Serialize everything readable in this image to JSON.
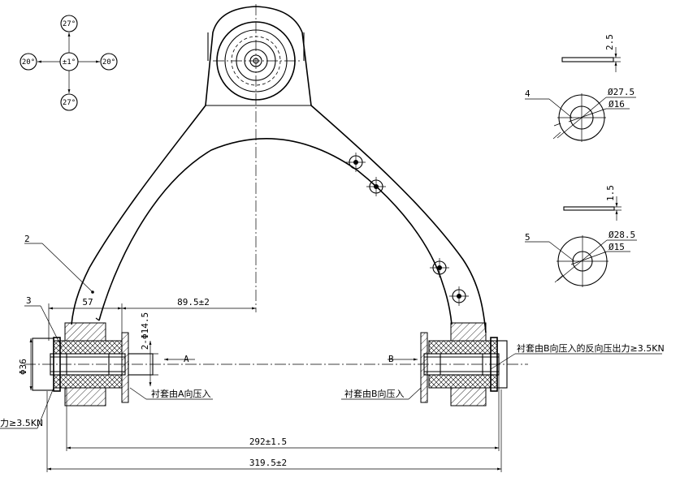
{
  "adjustment_diagram": {
    "center": "±1°",
    "top": "27°",
    "bottom": "27°",
    "left": "20°",
    "right": "20°"
  },
  "part_labels": {
    "arm": "2",
    "bushing": "3",
    "washer_thick": "4",
    "washer_thin": "5"
  },
  "washer_4": {
    "thickness": "2.5",
    "outer_diameter": "Ø27.5",
    "inner_diameter": "Ø16"
  },
  "washer_5": {
    "thickness": "1.5",
    "outer_diameter": "Ø28.5",
    "inner_diameter": "Ø15"
  },
  "dimensions": {
    "left_offset": "57",
    "center_offset": "89.5±2",
    "bolt_hole": "2-Φ14.5",
    "bushing_diameter": "Φ36",
    "inner_span": "292±1.5",
    "overall_span": "319.5±2"
  },
  "section_marks": {
    "a": "A",
    "b": "B"
  },
  "notes": {
    "press_a": "衬套由A向压入",
    "press_b": "衬套由B向压入",
    "force_right": "衬套由B向压入的反向压出力≥3.5KN",
    "force_left": "力≥3.5KN"
  }
}
